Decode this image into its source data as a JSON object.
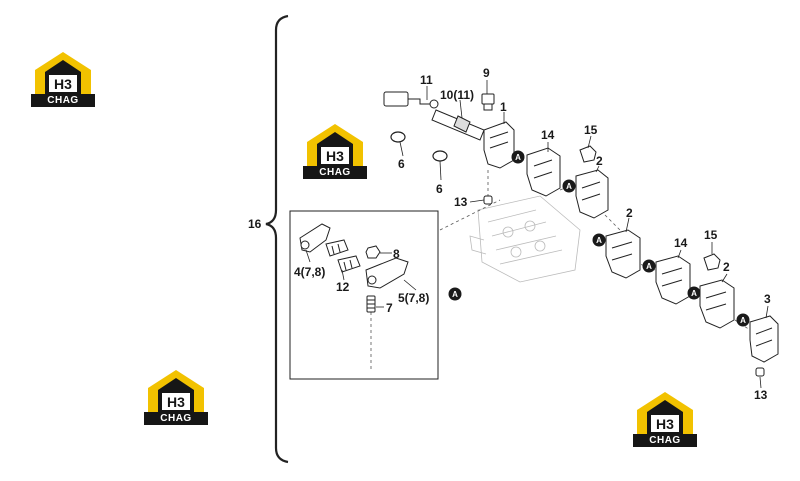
{
  "diagram": {
    "callouts": {
      "c16": "16",
      "c11": "11",
      "c9": "9",
      "c10": "10(11)",
      "c1": "1",
      "c6a": "6",
      "c6b": "6",
      "c14a": "14",
      "c15a": "15",
      "c2a": "2",
      "c13a": "13",
      "c2b": "2",
      "c8": "8",
      "c4": "4(7,8)",
      "c12": "12",
      "c5": "5(7,8)",
      "c7": "7",
      "c14b": "14",
      "c15b": "15",
      "c2c": "2",
      "c3": "3",
      "c13b": "13"
    },
    "marker_letter": "A"
  },
  "watermarks": [
    {
      "id": "logo-1",
      "letters": "CHAG",
      "mark": "H3"
    },
    {
      "id": "logo-2",
      "letters": "CHAG",
      "mark": "H3"
    },
    {
      "id": "logo-3",
      "letters": "CHAG",
      "mark": "H3"
    },
    {
      "id": "logo-4",
      "letters": "CHAG",
      "mark": "H3"
    }
  ],
  "colors": {
    "logo_yellow": "#f2c200",
    "logo_dark": "#161616",
    "line": "#333333",
    "marker": "#1a1a1a"
  }
}
